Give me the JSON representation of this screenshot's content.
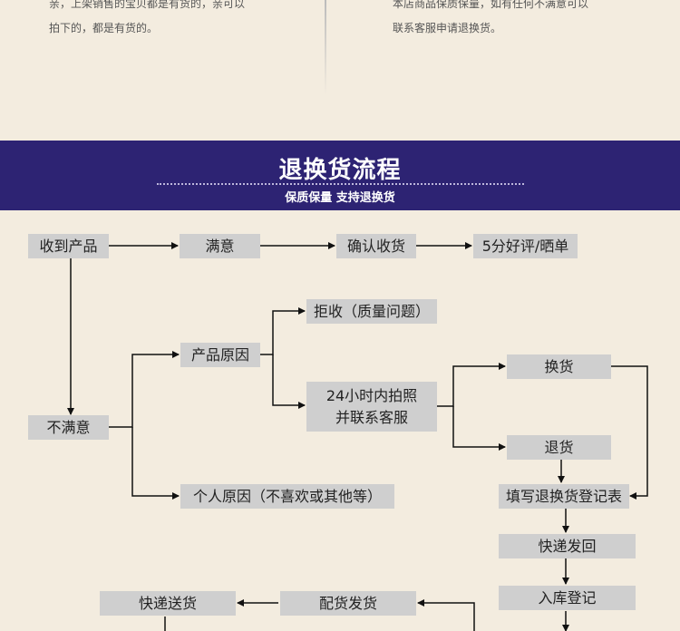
{
  "top": {
    "left_line1": "亲，上架销售的宝贝都是有货的，亲可以",
    "left_line2": "拍下的，都是有货的。",
    "right_line1": "本店商品保质保量，如有任何不满意可以",
    "right_line2": "联系客服申请退换货。"
  },
  "banner": {
    "title": "退换货流程",
    "subtitle": "保质保量 支持退换货"
  },
  "flow": {
    "receive": "收到产品",
    "satisfied": "满意",
    "confirm": "确认收货",
    "review": "5分好评/晒单",
    "dissatisfied": "不满意",
    "product_reason": "产品原因",
    "reject": "拒收（质量问题）",
    "photo_line1": "24小时内拍照",
    "photo_line2": "并联系客服",
    "exchange": "换货",
    "return": "退货",
    "personal_reason": "个人原因（不喜欢或其他等）",
    "fill_form": "填写退换货登记表",
    "ship_back": "快递发回",
    "register": "入库登记",
    "prepare": "配货发货",
    "deliver": "快递送货"
  }
}
